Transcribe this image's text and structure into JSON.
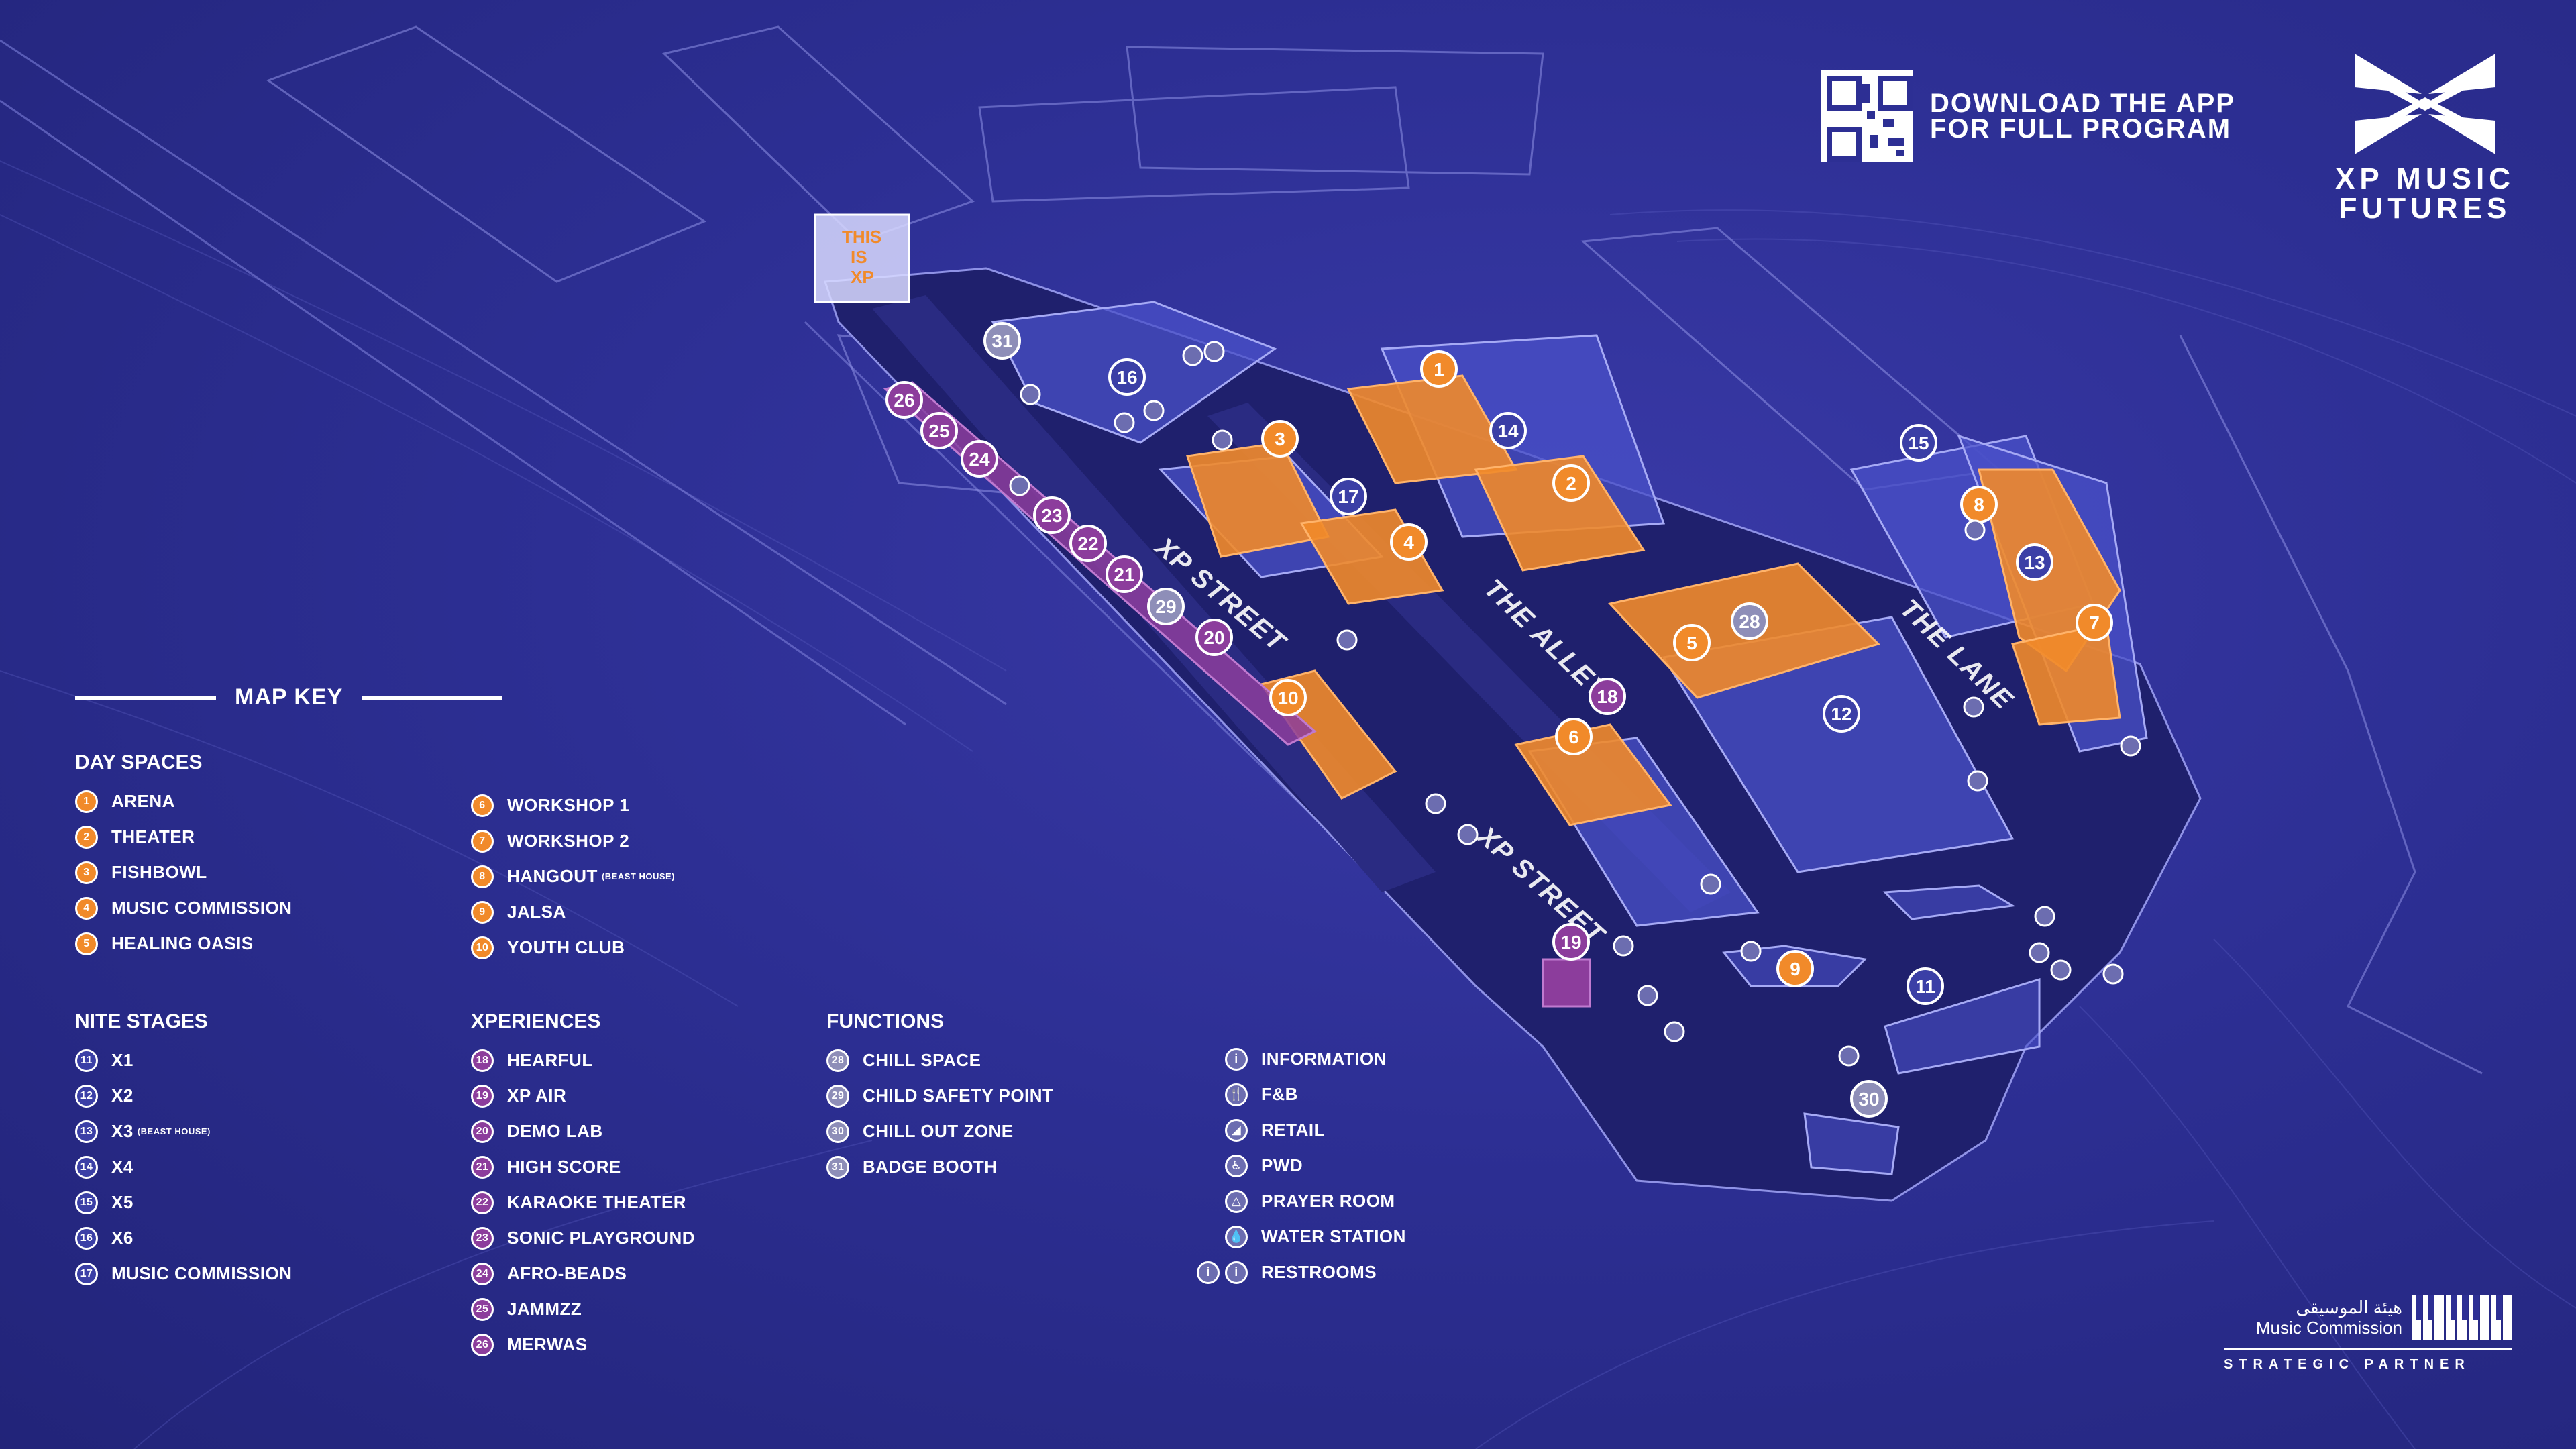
{
  "header": {
    "download_line1": "DOWNLOAD THE APP",
    "download_line2": "FOR FULL PROGRAM",
    "logo_line1": "XP MUSIC",
    "logo_line2": "FUTURES"
  },
  "colors": {
    "background": "#2d2f94",
    "day_spaces": "#f18a2a",
    "nite_stages": "#3b3fa6",
    "xperiences": "#8c3d9c",
    "functions": "#8e8eb8",
    "text": "#ffffff"
  },
  "map": {
    "entrance_sign": [
      "THIS",
      "IS",
      "XP"
    ],
    "street_labels": {
      "xp_street_1": "XP STREET",
      "the_alley": "THE ALLEY",
      "the_lane": "THE LANE",
      "xp_street_2": "XP STREET"
    },
    "markers": {
      "m1": "1",
      "m2": "2",
      "m3": "3",
      "m4": "4",
      "m5": "5",
      "m6": "6",
      "m7": "7",
      "m8": "8",
      "m9": "9",
      "m10": "10",
      "m11": "11",
      "m12": "12",
      "m13": "13",
      "m14": "14",
      "m15": "15",
      "m16": "16",
      "m17": "17",
      "m18": "18",
      "m19": "19",
      "m20": "20",
      "m21": "21",
      "m22": "22",
      "m23": "23",
      "m24": "24",
      "m25": "25",
      "m26": "26",
      "m28": "28",
      "m29": "29",
      "m30": "30",
      "m31": "31"
    }
  },
  "map_key": {
    "title": "MAP KEY",
    "day_spaces": {
      "heading": "DAY SPACES",
      "col1": [
        {
          "num": "1",
          "label": "ARENA"
        },
        {
          "num": "2",
          "label": "THEATER"
        },
        {
          "num": "3",
          "label": "FISHBOWL"
        },
        {
          "num": "4",
          "label": "MUSIC COMMISSION"
        },
        {
          "num": "5",
          "label": "HEALING OASIS"
        }
      ],
      "col2": [
        {
          "num": "6",
          "label": "WORKSHOP 1"
        },
        {
          "num": "7",
          "label": "WORKSHOP 2"
        },
        {
          "num": "8",
          "label": "HANGOUT",
          "sub": "(BEAST HOUSE)"
        },
        {
          "num": "9",
          "label": "JALSA"
        },
        {
          "num": "10",
          "label": "YOUTH CLUB"
        }
      ]
    },
    "nite_stages": {
      "heading": "NITE STAGES",
      "items": [
        {
          "num": "11",
          "label": "X1"
        },
        {
          "num": "12",
          "label": "X2"
        },
        {
          "num": "13",
          "label": "X3",
          "sub": "(BEAST HOUSE)"
        },
        {
          "num": "14",
          "label": "X4"
        },
        {
          "num": "15",
          "label": "X5"
        },
        {
          "num": "16",
          "label": "X6"
        },
        {
          "num": "17",
          "label": "MUSIC COMMISSION"
        }
      ]
    },
    "xperiences": {
      "heading": "XPERIENCES",
      "items": [
        {
          "num": "18",
          "label": "HEARFUL"
        },
        {
          "num": "19",
          "label": "XP AIR"
        },
        {
          "num": "20",
          "label": "DEMO LAB"
        },
        {
          "num": "21",
          "label": "HIGH SCORE"
        },
        {
          "num": "22",
          "label": "KARAOKE THEATER"
        },
        {
          "num": "23",
          "label": "SONIC PLAYGROUND"
        },
        {
          "num": "24",
          "label": "AFRO-BEADS"
        },
        {
          "num": "25",
          "label": "JAMMZZ"
        },
        {
          "num": "26",
          "label": "MERWAS"
        }
      ]
    },
    "functions": {
      "heading": "FUNCTIONS",
      "items": [
        {
          "num": "28",
          "label": "CHILL SPACE"
        },
        {
          "num": "29",
          "label": "CHILD SAFETY POINT"
        },
        {
          "num": "30",
          "label": "CHILL OUT ZONE"
        },
        {
          "num": "31",
          "label": "BADGE BOOTH"
        }
      ]
    },
    "amenities": [
      {
        "icon": "information-icon",
        "glyph": "i",
        "label": "INFORMATION"
      },
      {
        "icon": "food-beverage-icon",
        "glyph": "🍴",
        "label": "F&B"
      },
      {
        "icon": "retail-icon",
        "glyph": "◢",
        "label": "RETAIL"
      },
      {
        "icon": "pwd-icon",
        "glyph": "♿",
        "label": "PWD"
      },
      {
        "icon": "prayer-room-icon",
        "glyph": "△",
        "label": "PRAYER ROOM"
      },
      {
        "icon": "water-station-icon",
        "glyph": "💧",
        "label": "WATER STATION"
      },
      {
        "icon": "restrooms-icon",
        "glyph": "i",
        "label": "RESTROOMS"
      }
    ]
  },
  "partner": {
    "arabic": "هيئة الموسيقى",
    "name": "Music Commission",
    "label": "STRATEGIC PARTNER"
  }
}
